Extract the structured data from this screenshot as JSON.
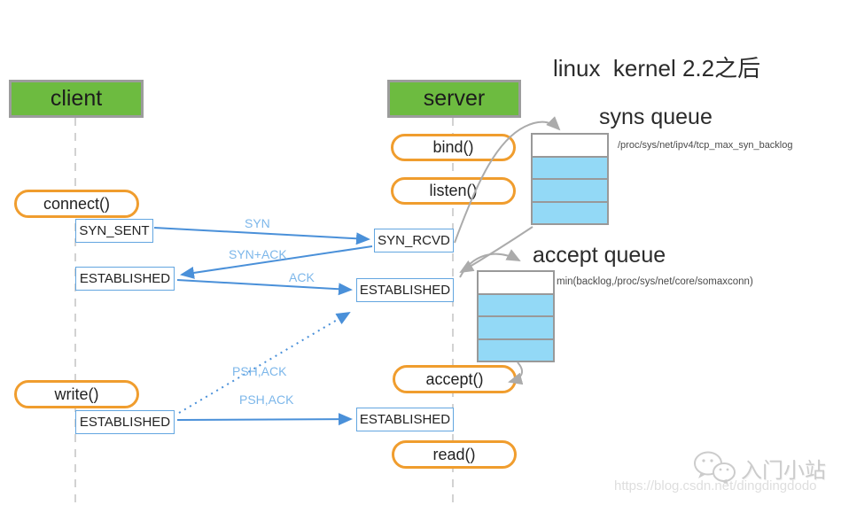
{
  "title": "linux  kernel 2.2之后",
  "colors": {
    "lane_green": "#6dbb40",
    "lane_border": "#9c9c9c",
    "call_orange": "#f09d2e",
    "state_blue": "#63a6e0",
    "arrow_blue": "#4a90d9",
    "label_blue": "#7db7ea",
    "queue_fill": "#93d9f6",
    "queue_border": "#999999",
    "gray_arrow": "#ababab"
  },
  "lanes": {
    "client": "client",
    "server": "server"
  },
  "calls": {
    "connect": "connect()",
    "write": "write()",
    "bind": "bind()",
    "listen": "listen()",
    "accept": "accept()",
    "read": "read()"
  },
  "states": {
    "client_syn_sent": "SYN_SENT",
    "client_established_1": "ESTABLISHED",
    "client_established_2": "ESTABLISHED",
    "server_syn_rcvd": "SYN_RCVD",
    "server_established_1": "ESTABLISHED",
    "server_established_2": "ESTABLISHED"
  },
  "messages": {
    "syn": "SYN",
    "syn_ack": "SYN+ACK",
    "ack": "ACK",
    "psh_ack_dotted": "PSH,ACK",
    "psh_ack_solid": "PSH,ACK"
  },
  "queues": {
    "syns": {
      "title": "syns queue",
      "note": "/proc/sys/net/ipv4/tcp_max_syn_backlog",
      "slots": [
        "empty",
        "filled",
        "filled",
        "filled"
      ]
    },
    "accept": {
      "title": "accept queue",
      "note": "min(backlog,/proc/sys/net/core/somaxconn)",
      "slots": [
        "empty",
        "filled",
        "filled",
        "filled"
      ]
    }
  },
  "watermark": {
    "name": "入门小站",
    "url": "https://blog.csdn.net/dingdingdodo"
  }
}
